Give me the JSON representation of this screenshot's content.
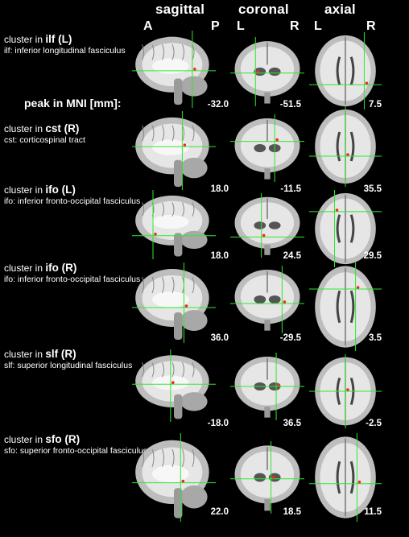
{
  "headers": {
    "sagittal": "sagittal",
    "coronal": "coronal",
    "axial": "axial"
  },
  "orientation": {
    "sagittal_left": "A",
    "sagittal_right": "P",
    "coronal_left": "L",
    "coronal_right": "R",
    "axial_left": "L",
    "axial_right": "R"
  },
  "peak_label": "peak in MNI [mm]:",
  "rows": [
    {
      "prefix": "cluster in ",
      "tract": "ilf",
      "side": " (L)",
      "desc": "ilf: inferior longitudinal fasciculus",
      "coords": [
        "-32.0",
        "-51.5",
        "7.5"
      ]
    },
    {
      "prefix": "cluster in ",
      "tract": "cst",
      "side": " (R)",
      "desc": "cst: corticospinal tract",
      "coords": [
        "18.0",
        "-11.5",
        "35.5"
      ]
    },
    {
      "prefix": "cluster in ",
      "tract": "ifo",
      "side": " (L)",
      "desc": "ifo: inferior fronto-occipital fasciculus",
      "coords": [
        "18.0",
        "24.5",
        "29.5"
      ]
    },
    {
      "prefix": "cluster in ",
      "tract": "ifo",
      "side": " (R)",
      "desc": "ifo: inferior fronto-occipital fasciculus",
      "coords": [
        "36.0",
        "-29.5",
        "3.5"
      ]
    },
    {
      "prefix": "cluster in ",
      "tract": "slf",
      "side": " (R)",
      "desc": "slf:  superior longitudinal fasciculus",
      "coords": [
        "-18.0",
        "36.5",
        "-2.5"
      ]
    },
    {
      "prefix": "cluster in ",
      "tract": "sfo",
      "side": " (R)",
      "desc": "sfo: superior fronto-occipital fasciculus",
      "coords": [
        "22.0",
        "18.5",
        "11.5"
      ]
    }
  ],
  "colors": {
    "background": "#000000",
    "crosshair": "#2ee82e",
    "cluster": "#ff2020",
    "text": "#ffffff"
  }
}
